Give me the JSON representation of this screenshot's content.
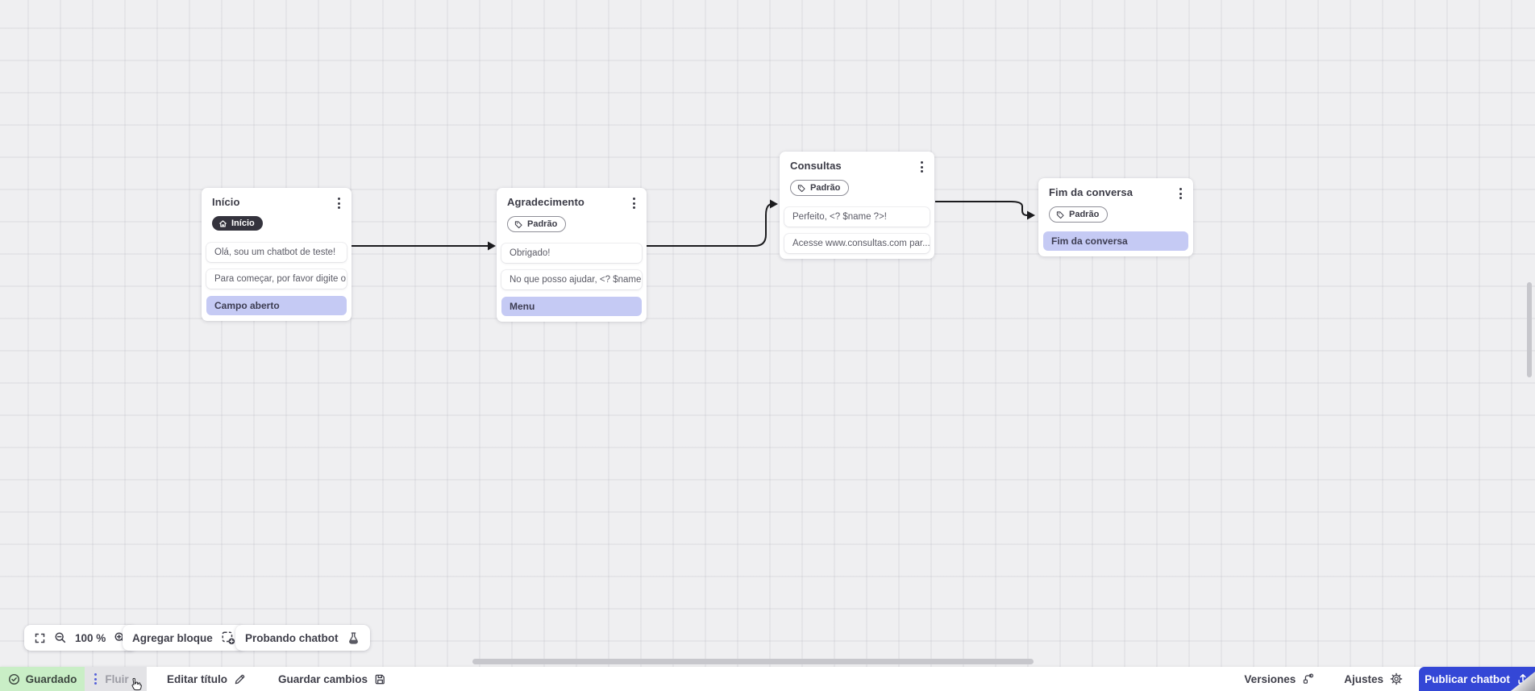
{
  "canvas_toolbar": {
    "zoom_percent": "100 %",
    "add_block_label": "Agregar bloque",
    "test_chatbot_label": "Probando chatbot"
  },
  "nodes": [
    {
      "title": "Início",
      "badge": "Início",
      "rows": [
        {
          "text": "Olá, sou um chatbot de teste!"
        },
        {
          "text": "Para começar, por favor digite o ..."
        },
        {
          "text": "Campo aberto"
        }
      ]
    },
    {
      "title": "Agradecimento",
      "badge": "Padrão",
      "rows": [
        {
          "text": "Obrigado!"
        },
        {
          "text": "No que posso ajudar, <? $name ..."
        },
        {
          "text": "Menu"
        }
      ]
    },
    {
      "title": "Consultas",
      "badge": "Padrão",
      "rows": [
        {
          "text": "Perfeito, <? $name ?>!"
        },
        {
          "text": "Acesse www.consultas.com par..."
        }
      ]
    },
    {
      "title": "Fim da conversa",
      "badge": "Padrão",
      "rows": [
        {
          "text": "Fim da conversa"
        }
      ]
    }
  ],
  "statusbar": {
    "saved_label": "Guardado",
    "flow_tab_label": "Fluir",
    "edit_title_label": "Editar título",
    "save_changes_label": "Guardar cambios",
    "versions_label": "Versiones",
    "settings_label": "Ajustes",
    "publish_label": "Publicar chatbot"
  },
  "colors": {
    "accent_blue": "#3447d6",
    "saved_green_bg": "#c9eec6",
    "highlight_lavender": "#c5caf4",
    "badge_dark": "#34333d",
    "edge_black": "#1b1b1e"
  }
}
